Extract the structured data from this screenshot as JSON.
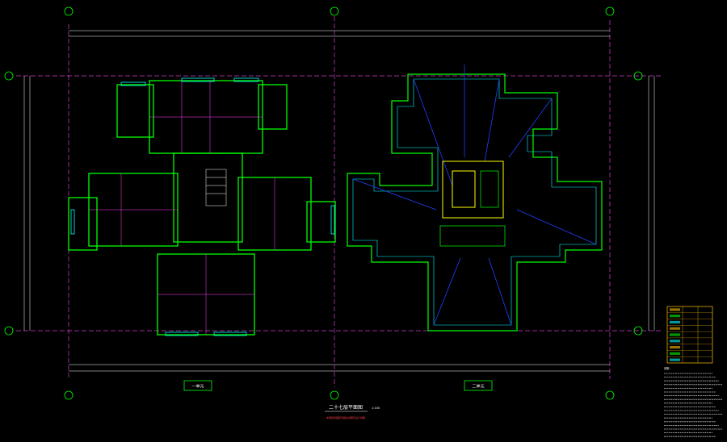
{
  "drawing": {
    "title": "二十七层平面图",
    "scale": "1:100",
    "subnote": "本层建筑面积及相关说明见设计说明"
  },
  "units": [
    {
      "label": "一单元"
    },
    {
      "label": "二单元"
    }
  ],
  "colors": {
    "background": "#000000",
    "wall": "#00ff00",
    "window": "#00ffff",
    "room": "#ff40ff",
    "text": "#ffffff",
    "dimension": "#ffffff",
    "grid": "#ff40ff",
    "axis_bubble": "#00ff00",
    "roof_line": "#0000ff",
    "legend_highlight": "#ffc000"
  },
  "legend": {
    "rows": 9
  },
  "notes": {
    "heading": "说明："
  }
}
